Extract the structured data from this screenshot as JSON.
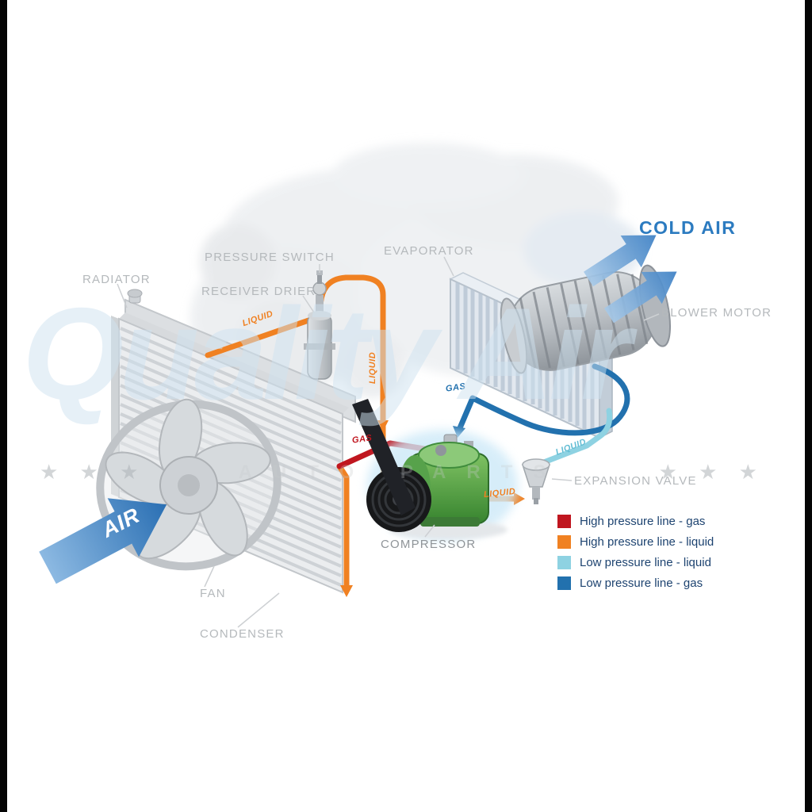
{
  "watermark": {
    "text": "Quality Air",
    "stars_left": "★ ★ ★",
    "middle_text": "AUTO PARTS",
    "stars_right": "★ ★ ★"
  },
  "air_flow": {
    "air_label": "AIR",
    "cold_air_label": "COLD AIR"
  },
  "components": {
    "radiator": "RADIATOR",
    "pressure_switch": "PRESSURE SWITCH",
    "receiver_drier": "RECEIVER DRIER",
    "evaporator": "EVAPORATOR",
    "blower_motor": "BLOWER MOTOR",
    "expansion_valve": "EXPANSION VALVE",
    "compressor": "COMPRESSOR",
    "fan": "FAN",
    "condenser": "CONDENSER"
  },
  "flow_labels": {
    "liquid_condenser_to_drier": "LIQUID",
    "liquid_drier_down": "LIQUID",
    "gas_compressor_to_condenser": "GAS",
    "gas_evaporator_to_compressor": "GAS",
    "liquid_valve_to_evaporator": "LIQUID",
    "liquid_to_expansion_valve": "LIQUID"
  },
  "legend": {
    "items": [
      {
        "label": "High pressure line - gas",
        "color": "#c0161f"
      },
      {
        "label": "High pressure line - liquid",
        "color": "#f08122"
      },
      {
        "label": "Low pressure line - liquid",
        "color": "#8ed2e2"
      },
      {
        "label": "Low pressure line -  gas",
        "color": "#2271ae"
      }
    ]
  },
  "colors": {
    "cold_air_text": "#2c7bc0",
    "label_gray": "#b5b9bc",
    "edge_bar": "#050505"
  }
}
